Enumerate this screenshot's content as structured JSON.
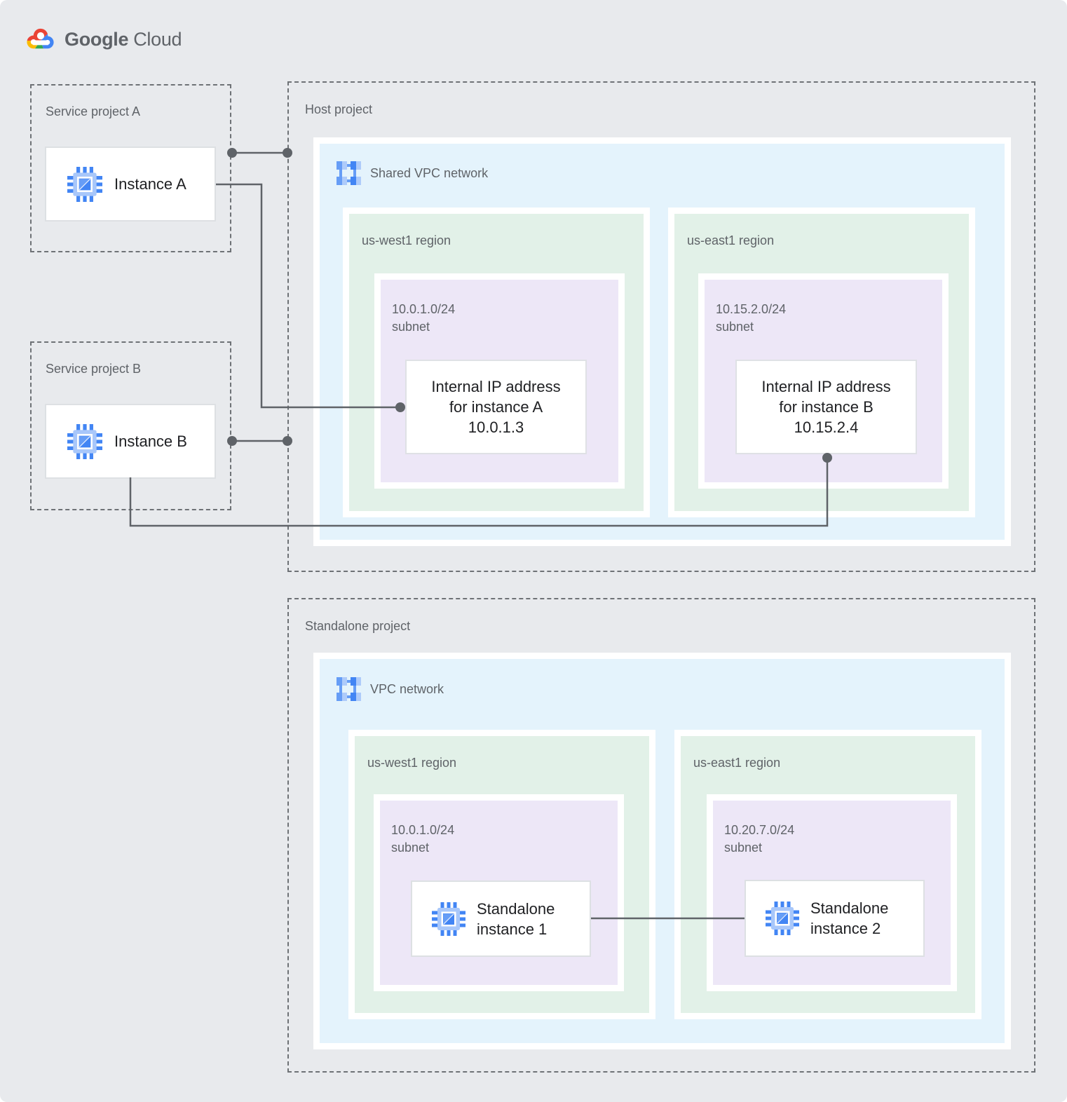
{
  "logo": {
    "brand": "Google",
    "product": "Cloud"
  },
  "colors": {
    "background": "#E8EAED",
    "vpc_fill": "#E4F3FC",
    "region_fill": "#E2F1E8",
    "subnet_fill": "#EDE7F7",
    "connector": "#5F6368",
    "label_gray": "#5F6368",
    "text_dark": "#202124",
    "google_blue": "#4285F4",
    "google_red": "#EA4335",
    "google_yellow": "#FBBC04",
    "google_green": "#34A853"
  },
  "service_project_a": {
    "title": "Service project A",
    "instance_label": "Instance A"
  },
  "service_project_b": {
    "title": "Service project B",
    "instance_label": "Instance B"
  },
  "host_project": {
    "title": "Host project",
    "network_label": "Shared VPC network",
    "regions": [
      {
        "name": "us-west1 region",
        "subnet_cidr": "10.0.1.0/24",
        "subnet_label": "subnet",
        "card_lines": [
          "Internal IP address",
          "for instance A",
          "10.0.1.3"
        ]
      },
      {
        "name": "us-east1 region",
        "subnet_cidr": "10.15.2.0/24",
        "subnet_label": "subnet",
        "card_lines": [
          "Internal IP address",
          "for instance B",
          "10.15.2.4"
        ]
      }
    ]
  },
  "standalone_project": {
    "title": "Standalone project",
    "network_label": "VPC network",
    "regions": [
      {
        "name": "us-west1 region",
        "subnet_cidr": "10.0.1.0/24",
        "subnet_label": "subnet",
        "instance_lines": [
          "Standalone",
          "instance 1"
        ]
      },
      {
        "name": "us-east1 region",
        "subnet_cidr": "10.20.7.0/24",
        "subnet_label": "subnet",
        "instance_lines": [
          "Standalone",
          "instance 2"
        ]
      }
    ]
  }
}
